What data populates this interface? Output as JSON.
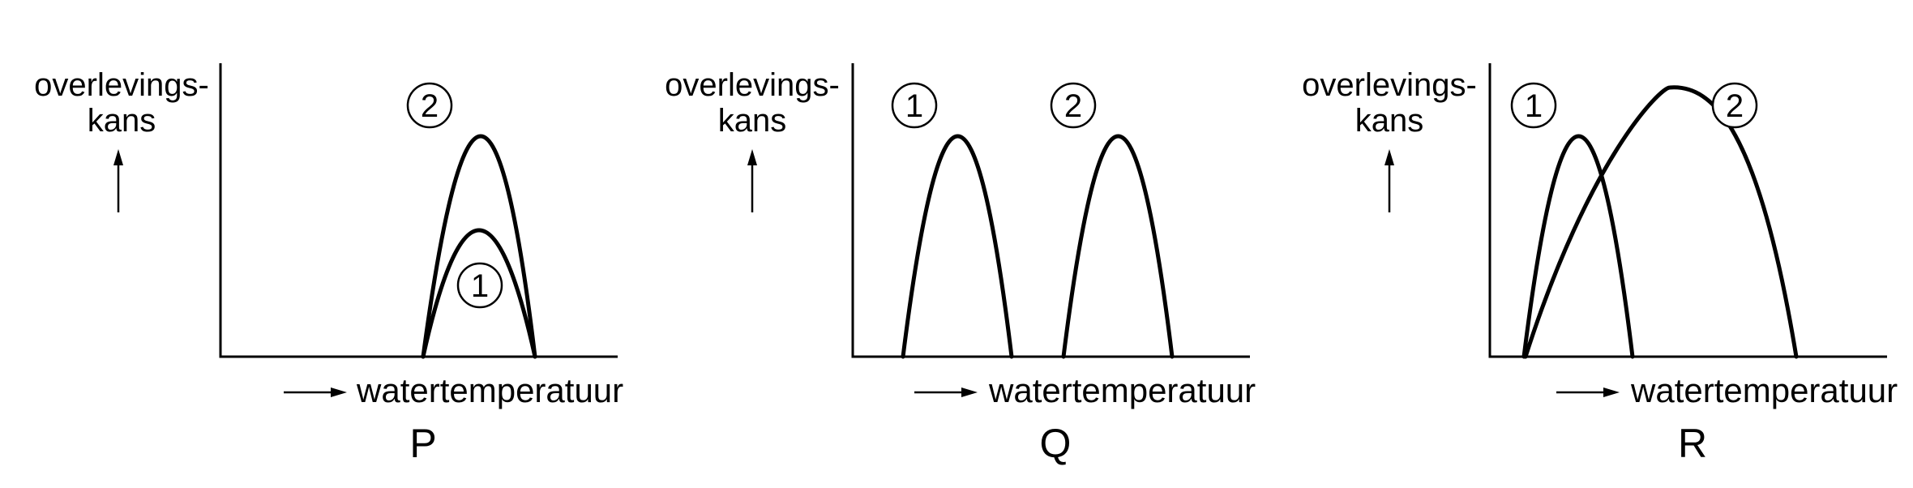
{
  "panels": [
    {
      "id": "P",
      "letter": "P",
      "ylabel_line1": "overlevings-",
      "ylabel_line2": "kans",
      "xlabel": "watertemperatuur",
      "markers": [
        "2",
        "1"
      ]
    },
    {
      "id": "Q",
      "letter": "Q",
      "ylabel_line1": "overlevings-",
      "ylabel_line2": "kans",
      "xlabel": "watertemperatuur",
      "markers": [
        "1",
        "2"
      ]
    },
    {
      "id": "R",
      "letter": "R",
      "ylabel_line1": "overlevings-",
      "ylabel_line2": "kans",
      "xlabel": "watertemperatuur",
      "markers": [
        "1",
        "2"
      ]
    }
  ]
}
